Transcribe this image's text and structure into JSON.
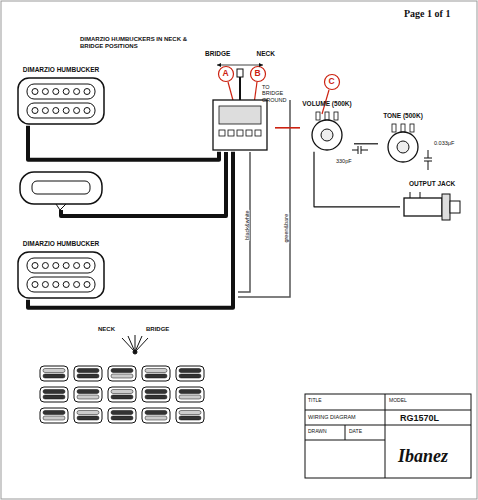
{
  "diagram": {
    "nodes": [
      {
        "text": [
          "DIMARZIO HUMBUCKER"
        ]
      },
      {
        "text": [
          "DIMARZIO HUMBUCKER"
        ]
      },
      {
        "text": [
          "BRIDGE",
          "NECK"
        ]
      },
      {
        "text": [
          "VOLUME (500K)"
        ]
      },
      {
        "text": [
          "TONE (500K)"
        ]
      },
      {
        "text": [
          "OUTPUT JACK"
        ]
      }
    ],
    "edges": [
      {
        "from": 0,
        "to": 2,
        "arrow": "none"
      },
      {
        "from": 1,
        "to": 2,
        "arrow": "none"
      },
      {
        "from": 2,
        "to": 3,
        "arrow": "none"
      },
      {
        "from": 3,
        "to": 4,
        "arrow": "none"
      },
      {
        "from": 3,
        "to": 5,
        "arrow": "none"
      }
    ],
    "labels": [
      "Page 1 of 1",
      "DIMARZIO HUMBUCKERS IN NECK & BRIDGE POSITIONS",
      "A",
      "B",
      "C",
      "TO BRIDGE GROUND",
      "330pF",
      "0.033μF",
      "black&white",
      "green&bare",
      "NECK",
      "BRIDGE",
      "TITLE",
      "MODEL",
      "WIRING DIAGRAM",
      "RG1570L",
      "DRAWN",
      "DATE",
      "Ibanez"
    ]
  }
}
